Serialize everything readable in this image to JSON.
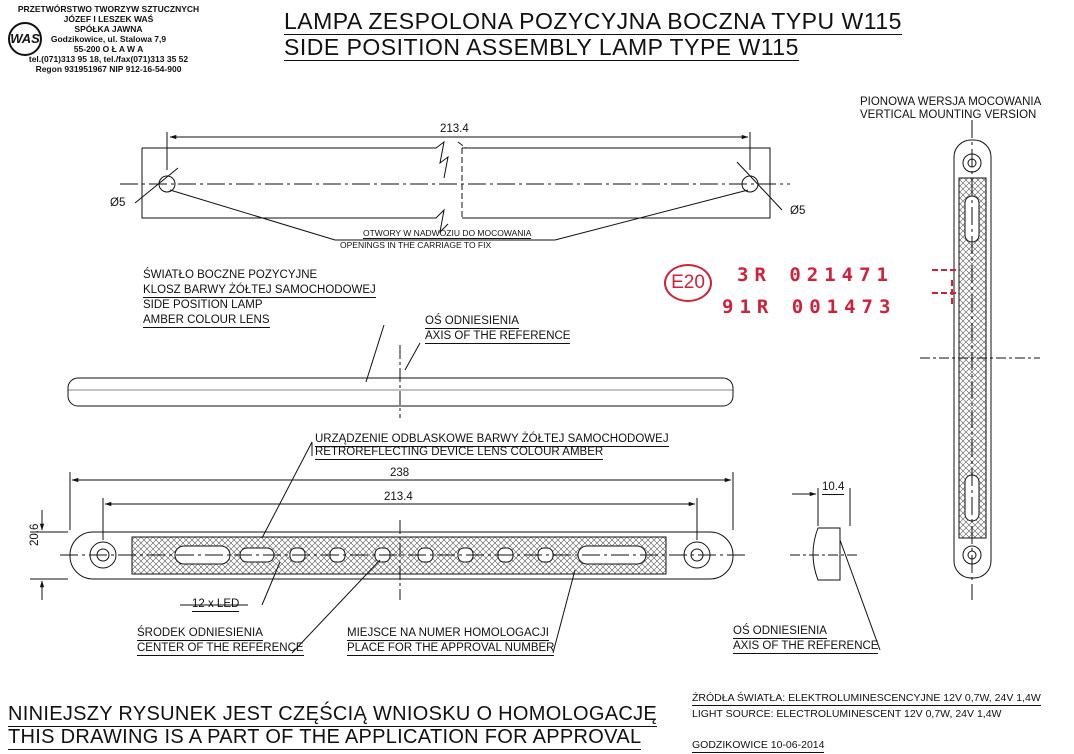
{
  "company": {
    "logo_text": "WAS",
    "lines": [
      "PRZETWÓRSTWO TWORZYW SZTUCZNYCH",
      "JÓZEF I LESZEK WAŚ",
      "SPÓŁKA JAWNA",
      "Godzikowice, ul. Stalowa 7,9",
      "55-200  O Ł A W A",
      "tel.(071)313 95 18, tel./fax(071)313 35 52",
      "Regon 931951967 NIP 912-16-54-900"
    ]
  },
  "title": {
    "pl": "LAMPA ZESPOLONA POZYCYJNA BOCZNA TYPU W115",
    "en": "SIDE POSITION ASSEMBLY LAMP TYPE W115"
  },
  "vertical_version": {
    "pl": "PIONOWA WERSJA MOCOWANIA",
    "en": "VERTICAL MOUNTING VERSION"
  },
  "holes": {
    "dim": "213.4",
    "left_dia": "Ø5",
    "right_dia": "Ø5",
    "note_pl": "OTWORY W NADWOZIU DO MOCOWANIA",
    "note_en": "OPENINGS IN THE CARRIAGE TO FIX"
  },
  "side_lamp": {
    "line1": "ŚWIATŁO BOCZNE POZYCYJNE",
    "line2": "KLOSZ  BARWY ŻÓŁTEJ SAMOCHODOWEJ",
    "line3": "SIDE POSITION LAMP",
    "line4": "AMBER COLOUR LENS"
  },
  "axis_ref": {
    "pl": "OŚ ODNIESIENIA",
    "en": "AXIS OF THE REFERENCE"
  },
  "approval": {
    "mark": "E20",
    "line1": "3R  021471",
    "line2": "91R  001473"
  },
  "retro": {
    "pl": "URZĄDZENIE ODBLASKOWE  BARWY ŻÓŁTEJ SAMOCHODOWEJ",
    "en": "RETROREFLECTING DEVICE  LENS COLOUR AMBER"
  },
  "front_view": {
    "dim_total": "238",
    "dim_holes": "213.4",
    "dim_height": "20.6",
    "dim_depth": "10.4",
    "led_count": "12 x LED"
  },
  "center_ref": {
    "pl": "ŚRODEK ODNIESIENIA",
    "en": "CENTER OF THE REFERENCE"
  },
  "approval_place": {
    "pl": "MIEJSCE NA NUMER HOMOLOGACJI",
    "en": "PLACE FOR THE APPROVAL NUMBER"
  },
  "axis_ref2": {
    "pl": "OŚ ODNIESIENIA",
    "en": "AXIS OF THE REFERENCE"
  },
  "light_source": {
    "pl": "ŹRÓDŁA ŚWIATŁA: ELEKTROLUMINESCENCYJNE  12V  0,7W, 24V  1,4W",
    "en": "LIGHT SOURCE: ELECTROLUMINESCENT  12V  0,7W, 24V  1,4W"
  },
  "footer": {
    "pl": "NINIEJSZY RYSUNEK JEST CZĘŚCIĄ WNIOSKU O  HOMOLOGACJĘ",
    "en": "THIS DRAWING IS A PART OF THE APPLICATION FOR  APPROVAL",
    "date": "GODZIKOWICE   10-06-2014"
  },
  "colors": {
    "stamp": "#d0203a",
    "ink": "#111111"
  }
}
